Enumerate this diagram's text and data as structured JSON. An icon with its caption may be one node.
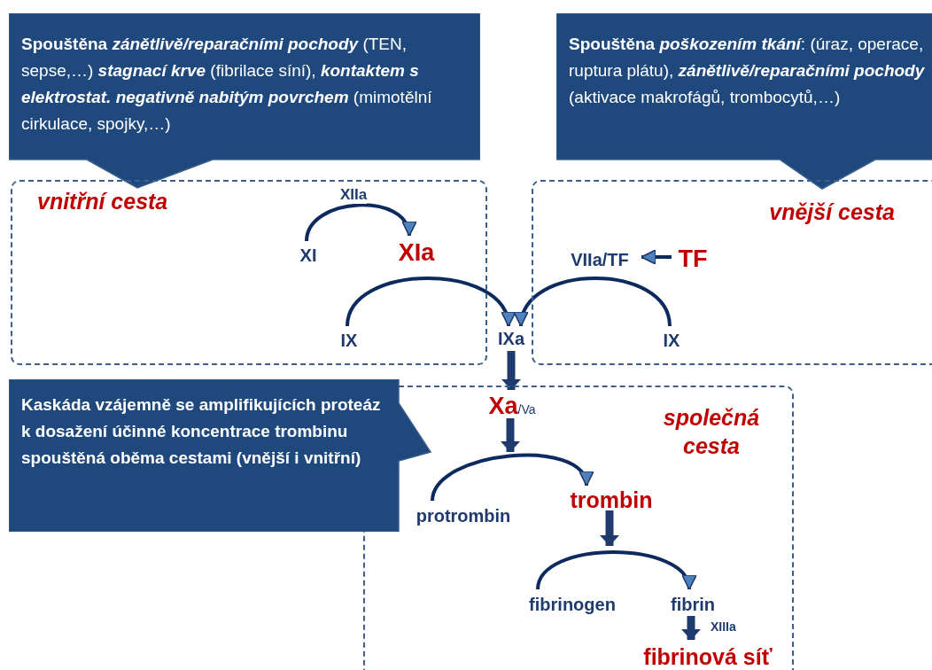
{
  "diagram": {
    "nodes": [
      {
        "text": [
          "**Spouštěna** *zánětlivě/reparačními pochody* (TEN, sepse,…) *stagnací krve* (fibrilace síní), *kontaktem s elektrostat. negativně nabitým povrchem* (mimotělní cirkulace, spojky,…)"
        ]
      },
      {
        "text": [
          "**Spouštěna** *poškozením tkání*: (úraz, operace, ruptura plátu), *zánětlivě/reparačními pochody* (aktivace makrofágů, trombocytů,…)"
        ]
      },
      {
        "text": [
          "vnitřní cesta"
        ]
      },
      {
        "text": [
          "XI"
        ],
        "in": 2
      },
      {
        "text": [
          "XIa"
        ],
        "in": 2
      },
      {
        "text": [
          "IX"
        ],
        "in": 2
      },
      {
        "text": [
          "IXa"
        ]
      },
      {
        "text": [
          "vnější cesta"
        ]
      },
      {
        "text": [
          "VIIa/TF"
        ],
        "in": 7
      },
      {
        "text": [
          "TF"
        ],
        "in": 7
      },
      {
        "text": [
          "IX"
        ],
        "in": 7
      },
      {
        "text": [
          "společná cesta"
        ]
      },
      {
        "text": [
          "Xa",
          "/Va"
        ],
        "in": 11
      },
      {
        "text": [
          "protrombin"
        ],
        "in": 11
      },
      {
        "text": [
          "trombin"
        ],
        "in": 11
      },
      {
        "text": [
          "fibrinogen"
        ],
        "in": 11
      },
      {
        "text": [
          "fibrin"
        ],
        "in": 11
      },
      {
        "text": [
          "fibrinová síť"
        ],
        "in": 11
      },
      {
        "text": [
          "Kaskáda vzájemně se amplifikujících proteáz k dosažení účinné koncentrace trombinu spouštěná oběma cestami (vnější i vnitřní)"
        ]
      }
    ],
    "edges": [
      {
        "from": 3,
        "to": 4,
        "arrow": "to",
        "label": "XIIa"
      },
      {
        "from": 5,
        "to": 6,
        "arrow": "to"
      },
      {
        "from": 9,
        "to": 8,
        "arrow": "to"
      },
      {
        "from": 10,
        "to": 6,
        "arrow": "to"
      },
      {
        "from": 6,
        "to": 12,
        "arrow": "to",
        "style": "thick"
      },
      {
        "from": 12,
        "to": null,
        "arrow": "to",
        "style": "thick"
      },
      {
        "from": 13,
        "to": 14,
        "arrow": "to"
      },
      {
        "from": 14,
        "to": null,
        "arrow": "to",
        "style": "thick"
      },
      {
        "from": 15,
        "to": 16,
        "arrow": "to"
      },
      {
        "from": 16,
        "to": 17,
        "arrow": "to",
        "style": "thick",
        "label": "XIIIa"
      }
    ]
  }
}
